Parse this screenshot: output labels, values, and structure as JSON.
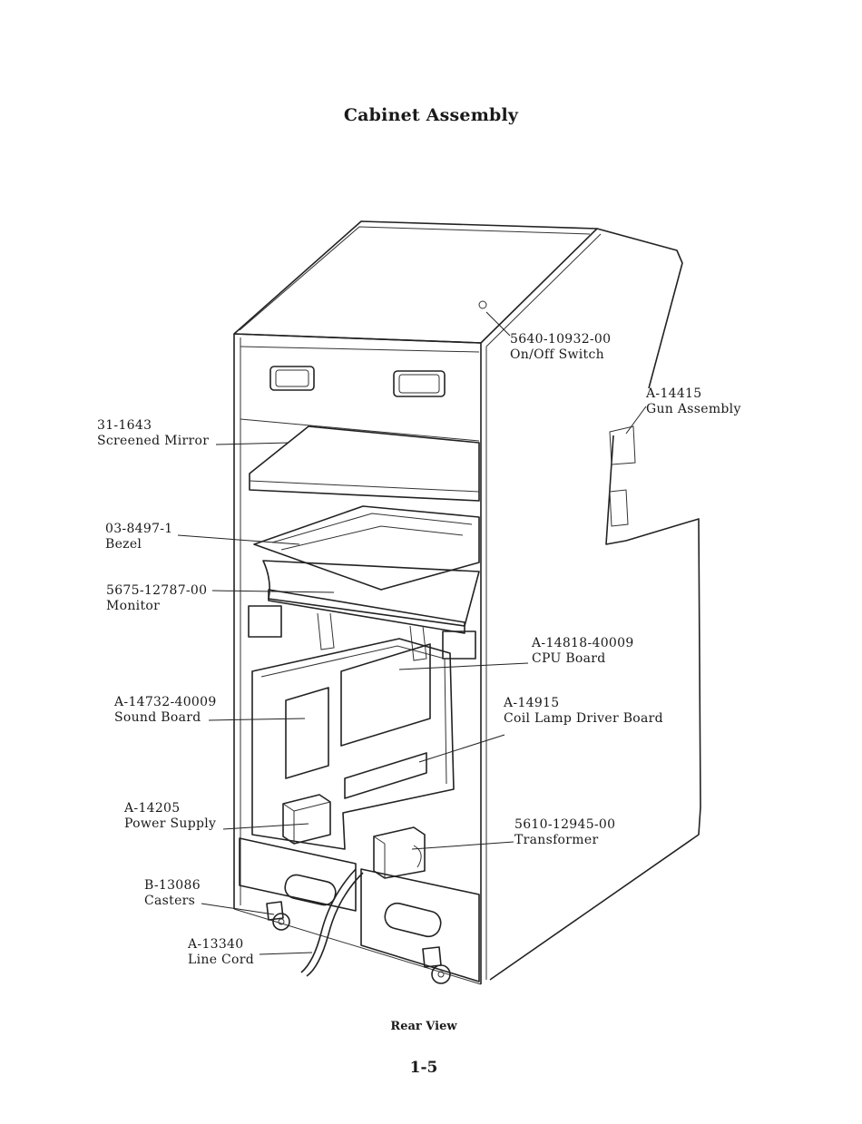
{
  "title": "Cabinet Assembly",
  "caption": "Rear View",
  "page_number": "1-5",
  "callouts": [
    {
      "id": "on-off-switch",
      "part": "5640-10932-00",
      "name": "On/Off Switch"
    },
    {
      "id": "gun-assembly",
      "part": "A-14415",
      "name": "Gun Assembly"
    },
    {
      "id": "screened-mirror",
      "part": "31-1643",
      "name": "Screened Mirror"
    },
    {
      "id": "bezel",
      "part": "03-8497-1",
      "name": "Bezel"
    },
    {
      "id": "monitor",
      "part": "5675-12787-00",
      "name": "Monitor"
    },
    {
      "id": "cpu-board",
      "part": "A-14818-40009",
      "name": "CPU Board"
    },
    {
      "id": "sound-board",
      "part": "A-14732-40009",
      "name": "Sound Board"
    },
    {
      "id": "coil-lamp-driver-board",
      "part": "A-14915",
      "name": "Coil Lamp Driver Board"
    },
    {
      "id": "power-supply",
      "part": "A-14205",
      "name": "Power Supply"
    },
    {
      "id": "transformer",
      "part": "5610-12945-00",
      "name": "Transformer"
    },
    {
      "id": "casters",
      "part": "B-13086",
      "name": "Casters"
    },
    {
      "id": "line-cord",
      "part": "A-13340",
      "name": "Line Cord"
    }
  ]
}
